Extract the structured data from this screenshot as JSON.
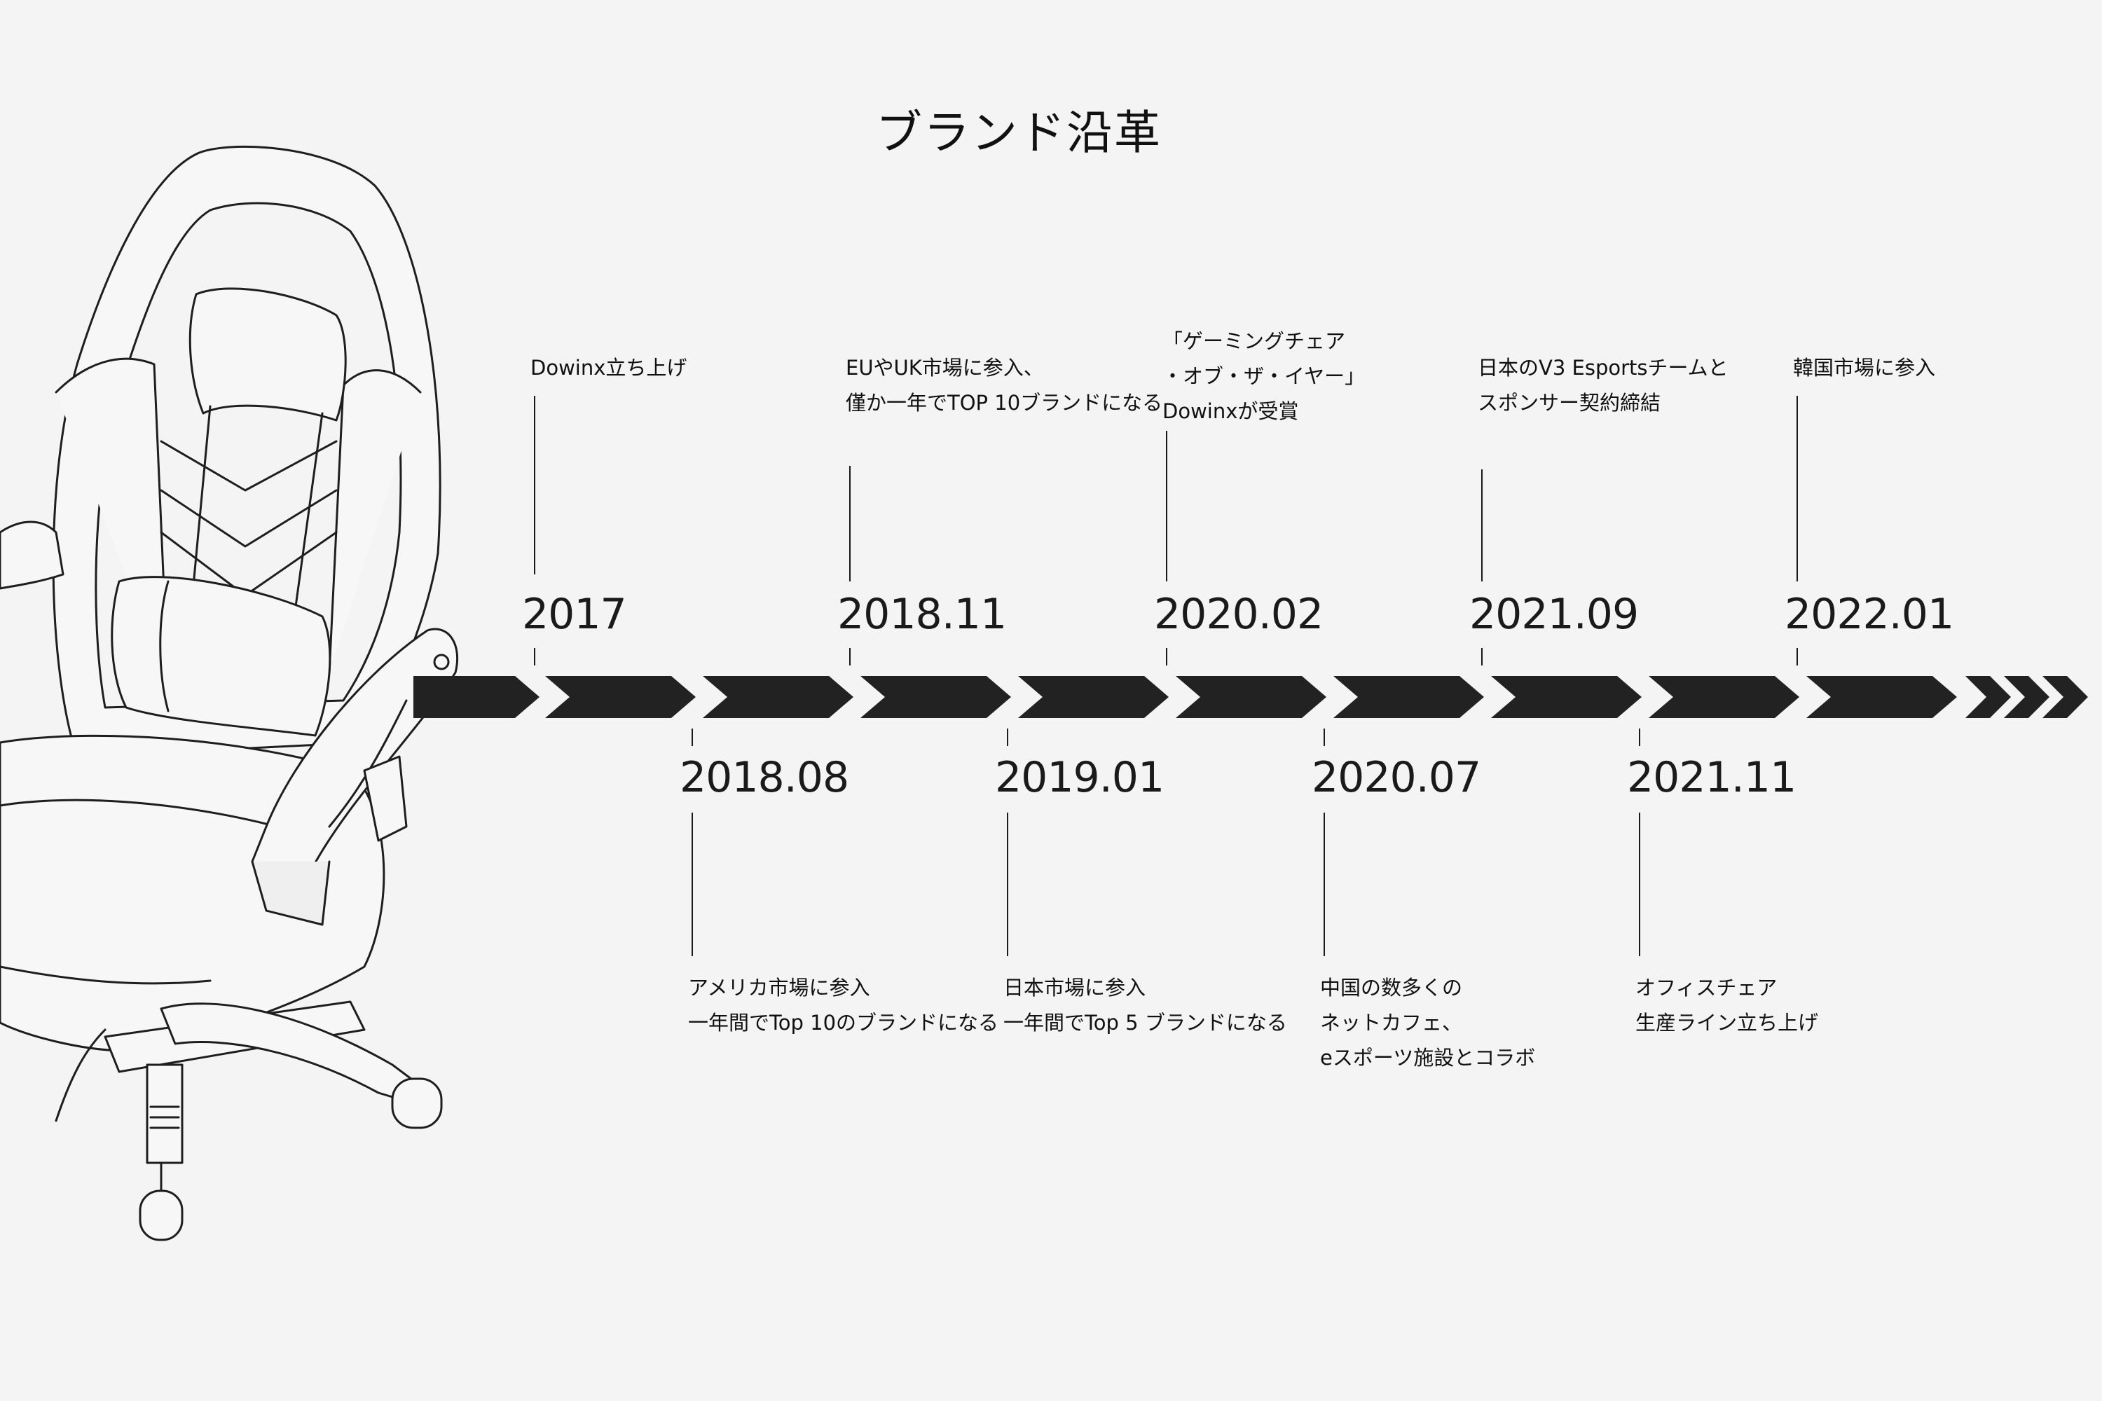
{
  "title": "ブランド沿革",
  "colors": {
    "background": "#f4f4f4",
    "arrow": "#222222",
    "line": "#1a1a1a"
  },
  "events": [
    {
      "date": "2017",
      "lines": [
        "Dowinx立ち上げ"
      ]
    },
    {
      "date": "2018.08",
      "lines": [
        "アメリカ市場に参入",
        "一年間でTop 10のブランドになる"
      ]
    },
    {
      "date": "2018.11",
      "lines": [
        "EUやUK市場に参入、",
        "僅か一年でTOP 10ブランドになる"
      ]
    },
    {
      "date": "2019.01",
      "lines": [
        "日本市場に参入",
        "一年間でTop 5 ブランドになる"
      ]
    },
    {
      "date": "2020.02",
      "lines": [
        "「ゲーミングチェア",
        "・オブ・ザ・イヤー」",
        "Dowinxが受賞"
      ]
    },
    {
      "date": "2020.07",
      "lines": [
        "中国の数多くの",
        "ネットカフェ、",
        "eスポーツ施設とコラボ"
      ]
    },
    {
      "date": "2021.09",
      "lines": [
        "日本のV3 Esportsチームと",
        "スポンサー契約締結"
      ]
    },
    {
      "date": "2021.11",
      "lines": [
        "オフィスチェア",
        "生産ライン立ち上げ"
      ]
    },
    {
      "date": "2022.01",
      "lines": [
        "韓国市場に参入"
      ]
    }
  ]
}
